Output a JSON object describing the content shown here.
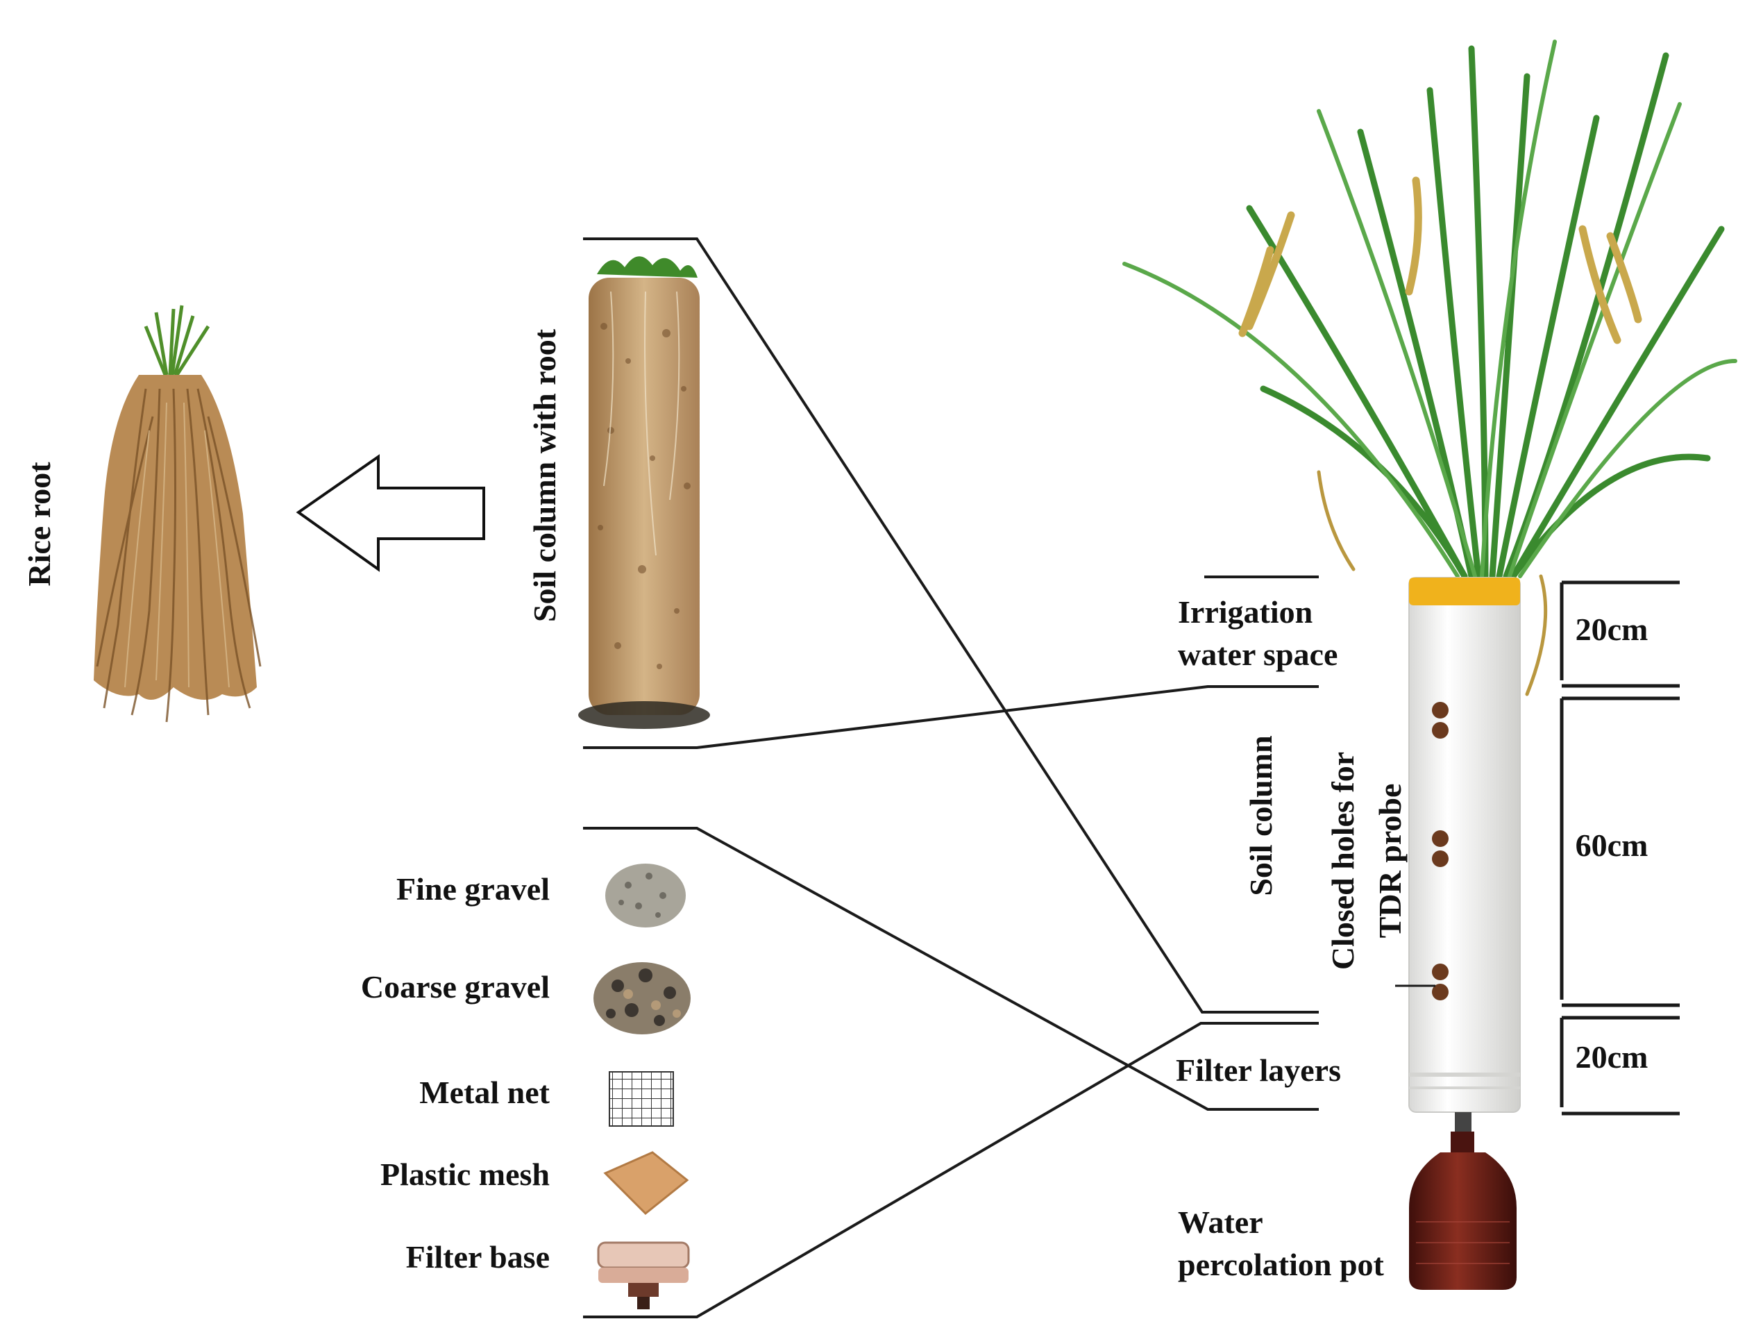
{
  "labels": {
    "rice_root": "Rice root",
    "soil_column_with_root": "Soil column with root",
    "irrigation_line1": "Irrigation",
    "irrigation_line2": "water space",
    "soil_column": "Soil column",
    "closed_holes_line1": "Closed holes for",
    "closed_holes_line2": "TDR  probe",
    "filter_layers": "Filter layers",
    "water_percolation_line1": "Water",
    "water_percolation_line2": "percolation pot"
  },
  "filter_components": [
    {
      "label": "Fine gravel",
      "icon": "fine-gravel"
    },
    {
      "label": "Coarse gravel",
      "icon": "coarse-gravel"
    },
    {
      "label": "Metal net",
      "icon": "metal-net"
    },
    {
      "label": "Plastic mesh",
      "icon": "plastic-mesh"
    },
    {
      "label": "Filter base",
      "icon": "filter-base"
    }
  ],
  "dimensions": {
    "irrigation": "20cm",
    "soil": "60cm",
    "filter": "20cm"
  },
  "colors": {
    "line": "#1a1a1a",
    "pipe": "#f4f4f2",
    "pipe_rim": "#f0b21c",
    "soil": "#c8a57a",
    "root": "#b88a50",
    "leaf": "#3a8a2e",
    "grain": "#c9a84c",
    "bottle": "#5a1a14"
  }
}
